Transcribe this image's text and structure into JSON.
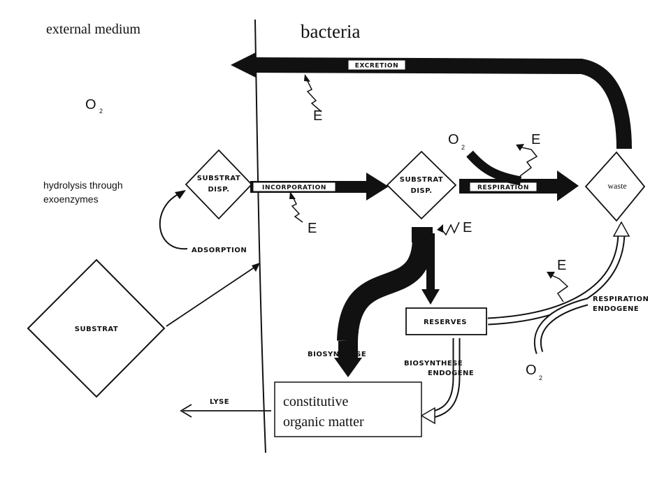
{
  "regions": {
    "external": "external medium",
    "bacteria": "bacteria"
  },
  "notes": {
    "hydrolysis_line1": "hydrolysis through",
    "hydrolysis_line2": "exoenzymes"
  },
  "nodes": {
    "substrat_disp_left_1": "SUBSTRAT",
    "substrat_disp_left_2": "DISP.",
    "substrat_disp_mid_1": "SUBSTRAT",
    "substrat_disp_mid_2": "DISP.",
    "waste": "waste",
    "substrat": "SUBSTRAT",
    "reserves": "RESERVES",
    "constitutive_1": "constitutive",
    "constitutive_2": "organic matter"
  },
  "processes": {
    "excretion": "EXCRETION",
    "incorporation": "INCORPORATION",
    "respiration": "RESPIRATION",
    "adsorption": "ADSORPTION",
    "biosynthese": "BIOSYNTHESE",
    "biosynthese_endogene_1": "BIOSYNTHESE",
    "biosynthese_endogene_2": "ENDOGENE",
    "respiration_endogene_1": "RESPIRATION",
    "respiration_endogene_2": "ENDOGENE",
    "lyse": "LYSE"
  },
  "symbols": {
    "oxygen": "O",
    "oxygen_sub": "2",
    "energy": "E"
  }
}
